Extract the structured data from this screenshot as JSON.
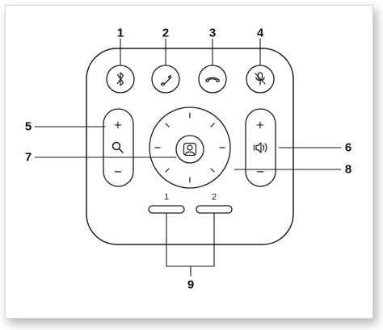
{
  "callouts": {
    "c1": "1",
    "c2": "2",
    "c3": "3",
    "c4": "4",
    "c5": "5",
    "c6": "6",
    "c7": "7",
    "c8": "8",
    "c9": "9"
  },
  "glyphs": {
    "zoom_plus": "+",
    "zoom_minus": "−",
    "vol_plus": "+",
    "vol_minus": "−"
  },
  "preset_labels": {
    "preset1": "1",
    "preset2": "2"
  },
  "icons": {
    "b1": "bluetooth-icon",
    "b2": "phone-answer-icon",
    "b3": "phone-hangup-icon",
    "b4": "mic-mute-icon",
    "zoom": "magnifier-icon",
    "home": "person-home-icon",
    "volume": "speaker-icon"
  },
  "colors": {
    "stroke": "#1a1a1a",
    "background": "#ffffff"
  }
}
